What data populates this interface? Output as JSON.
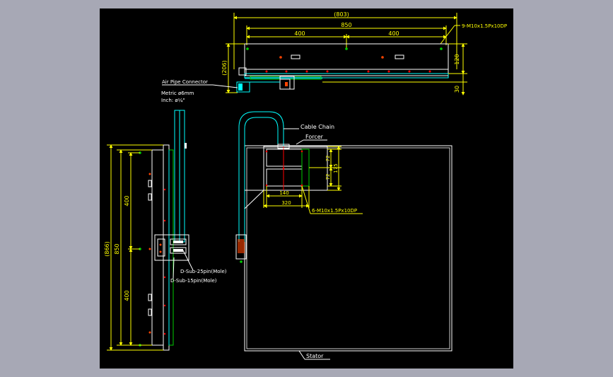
{
  "colors": {
    "background": "#a7a8b5",
    "sheet": "#000000",
    "dimension": "#ffff00",
    "outline": "#ffffff",
    "cyan": "#00ffff",
    "green": "#00cc00",
    "red": "#ff0000"
  },
  "top_view": {
    "overall_width": "(803)",
    "inner_width": "850",
    "left_pitch": "400",
    "right_pitch": "400",
    "height_total": "(206)",
    "height_body": "120",
    "height_base": "30",
    "thread_note": "9-M10x1.5Px10DP"
  },
  "air_pipe": {
    "title": "Air Pipe Connector",
    "metric": "Metric  ø6mm",
    "inch": "Inch: ø¼\""
  },
  "side_view": {
    "overall_length": "(866)",
    "inner_length": "850",
    "upper_pitch": "400",
    "lower_pitch": "400",
    "connector_25": "D-Sub-25pin(Mole)",
    "connector_15": "D-Sub-15pin(Mole)"
  },
  "plan_view": {
    "cable_chain": "Cable Chain",
    "forcer": "Forcer",
    "stator": "Stator",
    "dim_72_top": "72",
    "dim_72_bottom": "72",
    "dim_175": "175",
    "dim_140": "140",
    "dim_320": "320",
    "thread_note": "6-M10x1.5Px10DP"
  }
}
